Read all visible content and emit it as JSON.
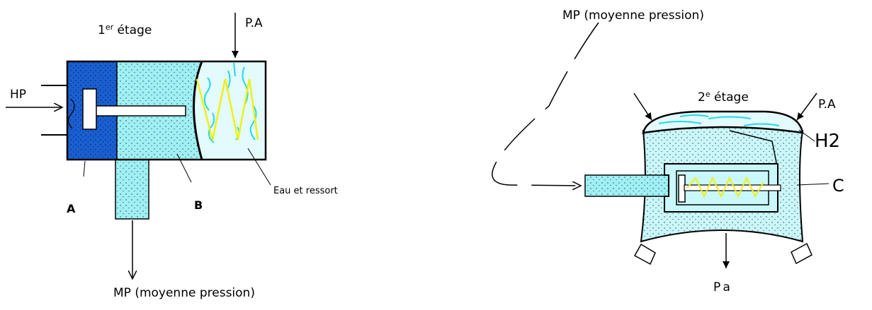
{
  "stage1": {
    "title_prefix": "1",
    "title_sup": "er",
    "title_rest": " étage",
    "ambient_label": "P.A",
    "inlet_label": "HP",
    "outlet_label": "MP (moyenne pression)",
    "chamber_a_label": "A",
    "chamber_b_label": "B",
    "water_spring_label": "Eau et ressort"
  },
  "stage2": {
    "inlet_label": "MP (moyenne pression)",
    "title_prefix": "2",
    "title_sup": "e",
    "title_rest": " étage",
    "ambient_label": "P.A",
    "membrane_label": "H2",
    "chamber_label": "C",
    "outlet_label": "Pa"
  },
  "colors": {
    "chamber_a": "#1a5fd1",
    "chamber_b": "#9ef0f4",
    "water": "#c9f7fa",
    "water_streaks": "#22d7ec",
    "spring": "#f0f010",
    "outline": "#000000"
  }
}
